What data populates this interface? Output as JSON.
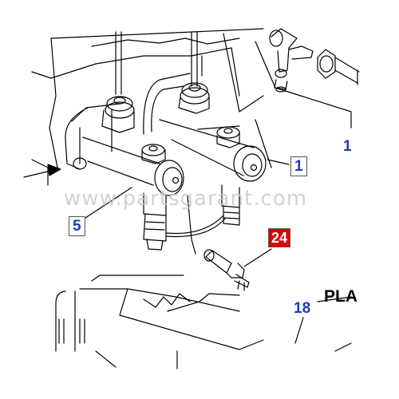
{
  "watermark": "www.partsgarant.com",
  "callouts": {
    "c1_right": "1",
    "c1_edge": "1",
    "c5": "5",
    "c24": "24",
    "c18": "18"
  },
  "note_text": "PLA",
  "colors": {
    "callout": "#1a3fb0",
    "badge": "#e00000",
    "line": "#000000"
  }
}
